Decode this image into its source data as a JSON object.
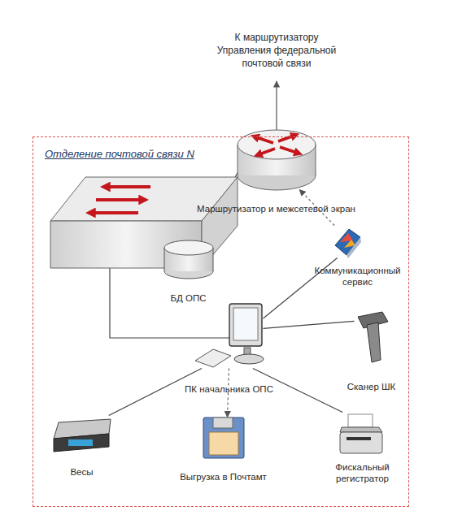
{
  "diagram": {
    "nodes": [
      {
        "text": [
          "Отделение почтовой связи N"
        ]
      },
      {
        "text": [
          "Маршрутизатор и межсетевой экран"
        ],
        "in": 0
      },
      {
        "text": [
          "БД ОПС"
        ],
        "in": 0
      },
      {
        "text": [
          "Коммуникационный сервис"
        ],
        "in": 0
      },
      {
        "text": [
          "ПК начальника ОПС"
        ],
        "in": 0
      },
      {
        "text": [
          "Сканер ШК"
        ],
        "in": 0
      },
      {
        "text": [
          "Весы"
        ],
        "in": 0
      },
      {
        "text": [
          "Выгрузка в Почтамт"
        ],
        "in": 0
      },
      {
        "text": [
          "Фискальный регистратор"
        ],
        "in": 0
      }
    ],
    "edges": [
      {
        "from": 3,
        "to": 1,
        "arrow": "to"
      },
      {
        "from": 4,
        "to": 3,
        "arrow": "none"
      },
      {
        "from": 4,
        "to": 5,
        "arrow": "none"
      },
      {
        "from": 4,
        "to": 6,
        "arrow": "none"
      },
      {
        "from": 4,
        "to": 7,
        "arrow": "to"
      },
      {
        "from": 4,
        "to": 8,
        "arrow": "none"
      }
    ],
    "labels": [
      "К маршрутизатору Управления федеральной почтовой связи"
    ]
  }
}
